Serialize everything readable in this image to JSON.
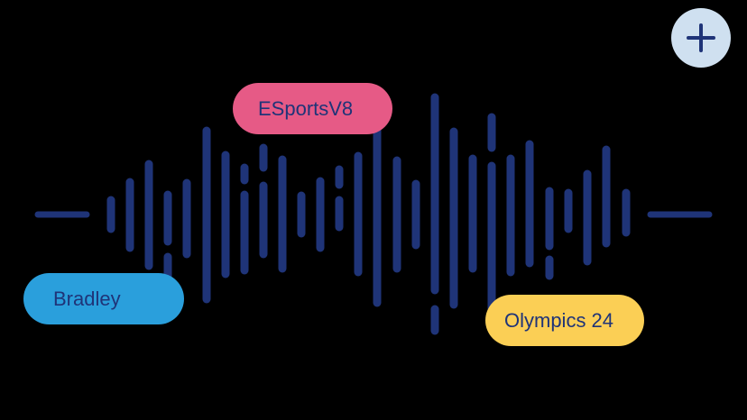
{
  "colors": {
    "background": "#000000",
    "wave": "#1f3478",
    "add_button_bg": "#cfe0f0",
    "add_button_icon": "#1f3478"
  },
  "add_button": {
    "icon": "plus-icon"
  },
  "tags": [
    {
      "id": "esports",
      "label": "ESportsV8",
      "bg": "#e65a86",
      "text_color": "#1f3478"
    },
    {
      "id": "bradley",
      "label": "Bradley",
      "bg": "#2a9fdc",
      "text_color": "#1f3478"
    },
    {
      "id": "olympics",
      "label": "Olympics 24",
      "bg": "#fbcf55",
      "text_color": "#1f3478"
    }
  ]
}
